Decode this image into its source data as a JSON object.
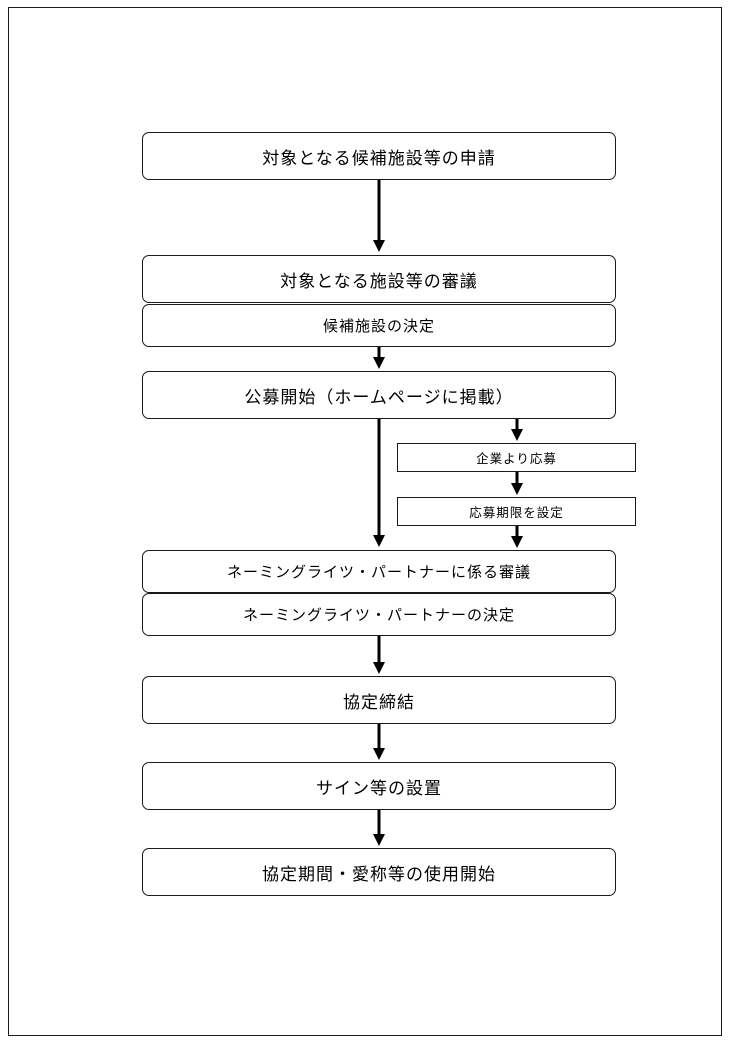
{
  "flow": {
    "step1": "対象となる候補施設等の申請",
    "step2": "対象となる施設等の審議",
    "step3": "候補施設の決定",
    "step4": "公募開始（ホームページに掲載）",
    "side1": "企業より応募",
    "side2": "応募期限を設定",
    "step5": "ネーミングライツ・パートナーに係る審議",
    "step6": "ネーミングライツ・パートナーの決定",
    "step7": "協定締結",
    "step8": "サイン等の設置",
    "step9": "協定期間・愛称等の使用開始"
  }
}
